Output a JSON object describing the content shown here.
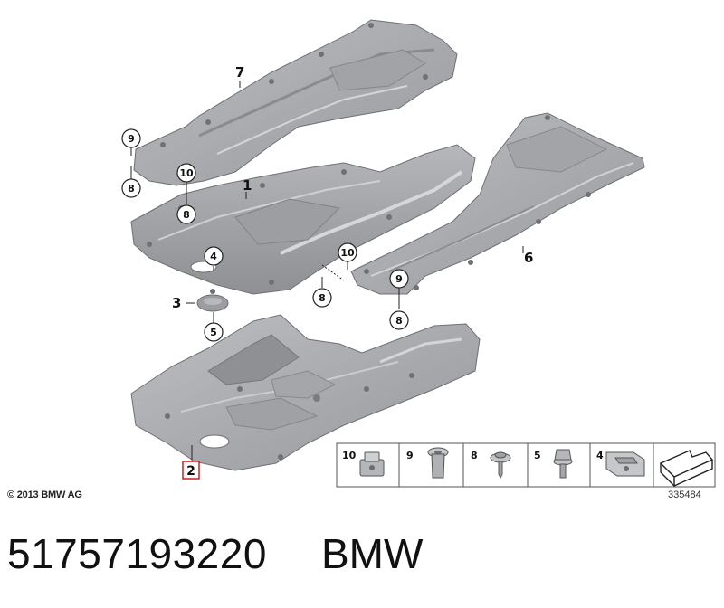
{
  "diagram": {
    "callouts": {
      "c1": "1",
      "c2": "2",
      "c3": "3",
      "c4": "4",
      "c5": "5",
      "c6": "6",
      "c7": "7",
      "c8": "8",
      "c9": "9",
      "c10": "10"
    },
    "legend_items": [
      {
        "number": "10",
        "part": "clip-nut"
      },
      {
        "number": "9",
        "part": "expanding-rivet"
      },
      {
        "number": "8",
        "part": "screw-with-washer"
      },
      {
        "number": "5",
        "part": "hex-bolt"
      },
      {
        "number": "4",
        "part": "spring-nut"
      }
    ],
    "direction_icon": "forward-arrow-icon",
    "diagram_id": "335484",
    "copyright": "© 2013 BMW AG",
    "highlight_color": "#d11f1f",
    "part_color": "#a9aaae"
  },
  "footer": {
    "part_number": "51757193220",
    "brand": "BMW"
  }
}
